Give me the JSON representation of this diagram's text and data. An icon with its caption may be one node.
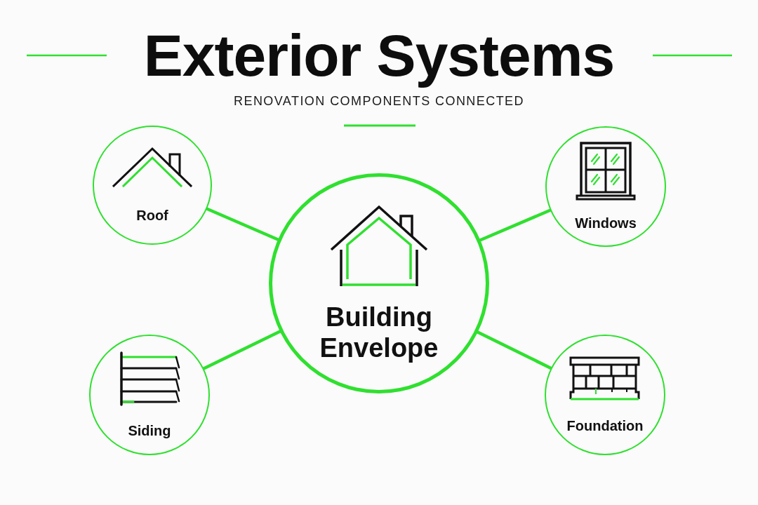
{
  "diagram": {
    "title": "Exterior Systems",
    "nodes": [
      {
        "text": [
          "Roof"
        ]
      },
      {
        "text": [
          "Windows"
        ]
      },
      {
        "text": [
          "Building Envelope"
        ]
      },
      {
        "text": [
          "Siding"
        ]
      },
      {
        "text": [
          "Foundation"
        ]
      }
    ],
    "edges": [
      {
        "from": 2,
        "to": 0,
        "arrow": "none"
      },
      {
        "from": 2,
        "to": 1,
        "arrow": "none"
      },
      {
        "from": 2,
        "to": 3,
        "arrow": "none"
      },
      {
        "from": 2,
        "to": 4,
        "arrow": "none"
      }
    ],
    "labels": [
      "RENOVATION COMPONENTS CONNECTED"
    ]
  }
}
